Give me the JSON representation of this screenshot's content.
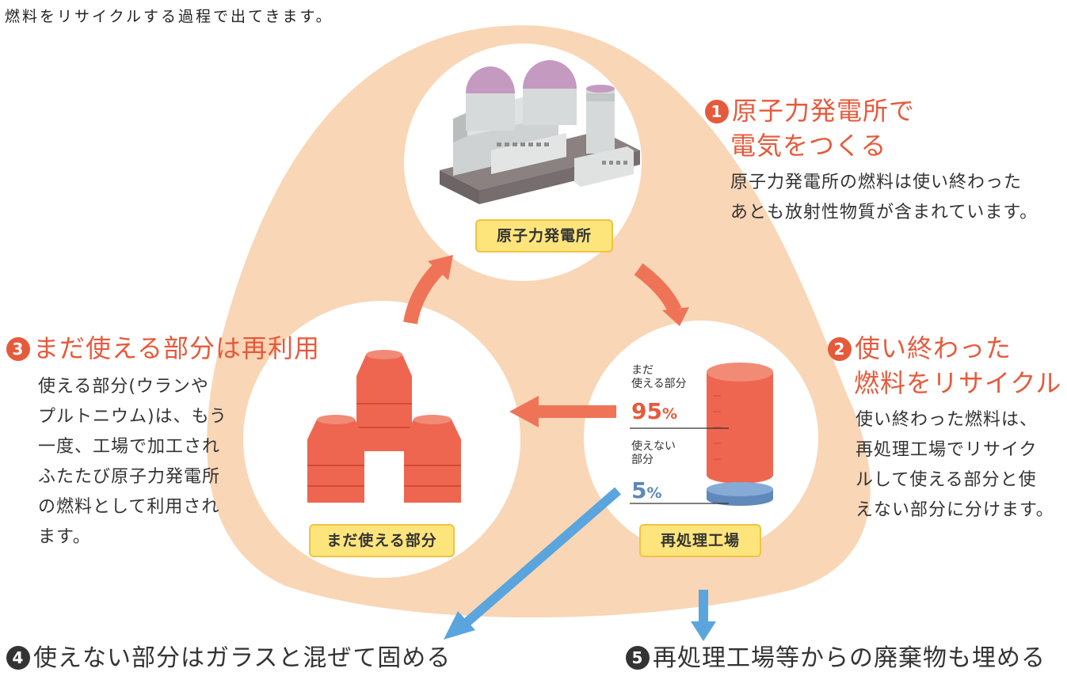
{
  "intro_text": "燃料をリサイクルする過程で出てきます。",
  "step1": {
    "number": "1",
    "title_line1": "原子力発電所で",
    "title_line2": "電気をつくる",
    "desc_line1": "原子力発電所の燃料は使い終わった",
    "desc_line2": "あとも放射性物質が含まれています。"
  },
  "step2": {
    "number": "2",
    "title_line1": "使い終わった",
    "title_line2": "燃料をリサイクル",
    "desc_line1": "使い終わった燃料は、",
    "desc_line2": "再処理工場でリサイク",
    "desc_line3": "ルして使える部分と使",
    "desc_line4": "えない部分に分けます。"
  },
  "step3": {
    "number": "3",
    "title": "まだ使える部分は再利用",
    "desc_line1": "使える部分(ウランや",
    "desc_line2": "プルトニウム)は、もう",
    "desc_line3": "一度、工場で加工され",
    "desc_line4": "ふたたび原子力発電所",
    "desc_line5": "の燃料として利用され",
    "desc_line6": "ます。"
  },
  "step4": {
    "number": "4",
    "title": "使えない部分はガラスと混ぜて固める"
  },
  "step5": {
    "number": "5",
    "title": "再処理工場等からの廃棄物も埋める"
  },
  "labels": {
    "power_plant": "原子力発電所",
    "usable_part": "まだ使える部分",
    "reprocessing_plant": "再処理工場"
  },
  "reprocessing": {
    "usable_label_line1": "まだ",
    "usable_label_line2": "使える部分",
    "usable_percent": "95",
    "unusable_label_line1": "使えない",
    "unusable_label_line2": "部分",
    "unusable_percent": "5",
    "percent_sign": "%"
  },
  "colors": {
    "accent": "#e65a3c",
    "blob": "#f9d6b6",
    "canister": "#ef6650",
    "blue_part": "#6f98c8",
    "arrow_blue": "#5aa5dd",
    "label_fill": "#fde57c",
    "dome": "#c49ac1"
  }
}
